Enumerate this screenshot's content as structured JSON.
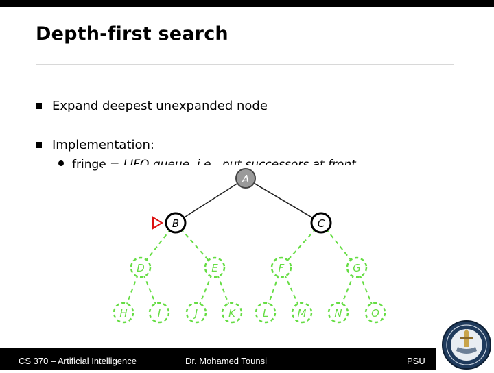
{
  "slide": {
    "title": "Depth-first search",
    "bullets": [
      "Expand deepest unexpanded node",
      "Implementation:"
    ],
    "sub_bullet": {
      "prefix": "fringe = ",
      "italic": "LIFO queue, i.e., put successors at front"
    }
  },
  "tree": {
    "nodes": [
      "A",
      "B",
      "C",
      "D",
      "E",
      "F",
      "G",
      "H",
      "I",
      "J",
      "K",
      "L",
      "M",
      "N",
      "O"
    ],
    "colors": {
      "expanded_fill": "#9a9a9a",
      "frontier_fill": "#ffffff",
      "frontier_stroke": "#000000",
      "unexplored": "#66dd44",
      "pointer": "#dd1111"
    }
  },
  "footer": {
    "course": "CS 370 – Artificial Intelligence",
    "instructor": "Dr. Mohamed Tounsi",
    "school": "PSU"
  }
}
